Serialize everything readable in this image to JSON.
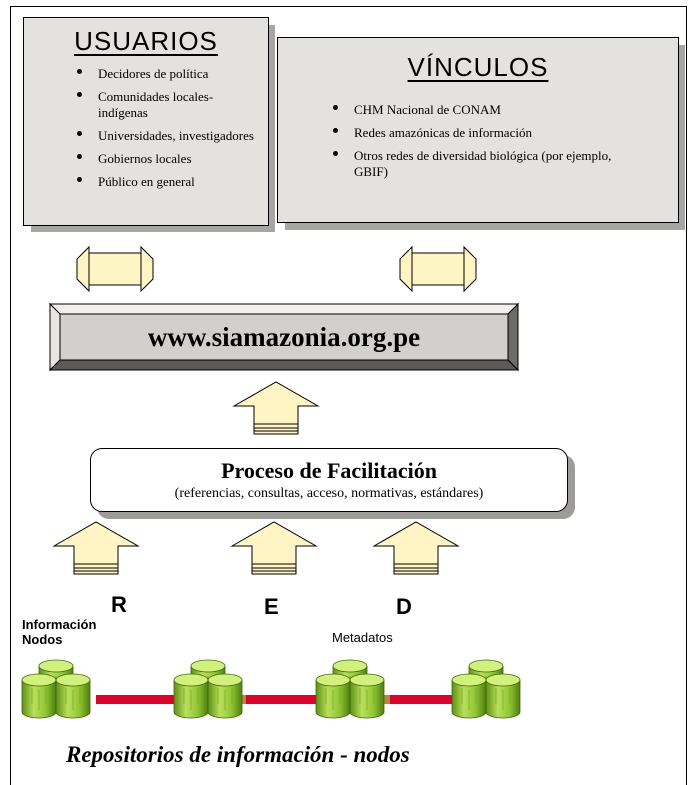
{
  "usuarios": {
    "title": "USUARIOS",
    "items": [
      "Decidores de política",
      "Comunidades locales-indígenas",
      "Universidades, investigadores",
      "Gobiernos locales",
      "Público en general"
    ]
  },
  "vinculos": {
    "title": "VÍNCULOS",
    "items": [
      "CHM Nacional de CONAM",
      "Redes amazónicas de información",
      "Otros redes de diversidad biológica (por ejemplo, GBIF)"
    ]
  },
  "portal": {
    "url": "www.siamazonia.org.pe"
  },
  "proceso": {
    "title": "Proceso de Facilitación",
    "subtitle": "(referencias, consultas, acceso, normativas, estándares)"
  },
  "red_letters": [
    "R",
    "E",
    "D"
  ],
  "labels": {
    "info_line1": "Información",
    "info_line2": "Nodos",
    "metadatos": "Metadatos",
    "repositorios": "Repositorios de información - nodos"
  },
  "colors": {
    "box_fill": "#e4e2de",
    "arrow_fill": "#fff4c4",
    "node_green": "#9ed23a",
    "link_red": "#e0002a"
  }
}
